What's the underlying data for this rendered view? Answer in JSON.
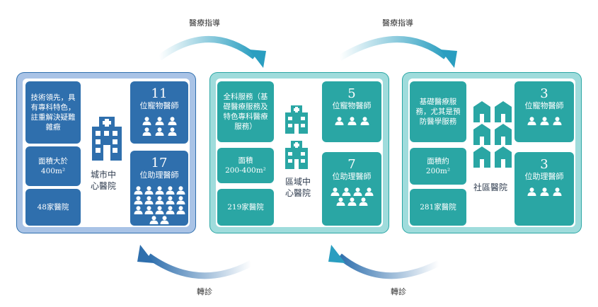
{
  "arrows": {
    "top_left": "醫療指導",
    "top_right": "醫療指導",
    "bottom_left": "轉診",
    "bottom_right": "轉診"
  },
  "panels": [
    {
      "name": "城市中心醫院",
      "caption_line1": "城市中",
      "caption_line2": "心醫院",
      "color": "#2f6fad",
      "border": "#a9c3e6",
      "info_text": "技術領先，具有專科特色，註重解決疑難雜癥",
      "area_line1": "面積大於",
      "area_line2": "400m²",
      "count": "48家醫院",
      "vets_number": "11",
      "vets_label": "位寵物醫師",
      "vets_icons": 6,
      "assist_number": "17",
      "assist_label": "位助理醫師",
      "assist_icons": 17
    },
    {
      "name": "區域中心醫院",
      "caption_line1": "區域中",
      "caption_line2": "心醫院",
      "color": "#2aa6a4",
      "border": "#9fdcdc",
      "info_text": "全科服務（基礎醫療服務及特色專科醫療服務）",
      "area_line1": "面積",
      "area_line2": "200-400m²",
      "count": "219家醫院",
      "vets_number": "5",
      "vets_label": "位寵物醫師",
      "vets_icons": 3,
      "assist_number": "7",
      "assist_label": "位助理醫師",
      "assist_icons": 7
    },
    {
      "name": "社區醫院",
      "caption_line1": "社區醫院",
      "caption_line2": "",
      "color": "#2aa6a4",
      "border": "#9fdcdc",
      "info_text": "基礎醫療服務，尤其是預防醫學服務",
      "area_line1": "面積約",
      "area_line2": "200m²",
      "count": "281家醫院",
      "vets_number": "3",
      "vets_label": "位寵物醫師",
      "vets_icons": 3,
      "assist_number": "3",
      "assist_label": "位助理醫師",
      "assist_icons": 3
    }
  ]
}
